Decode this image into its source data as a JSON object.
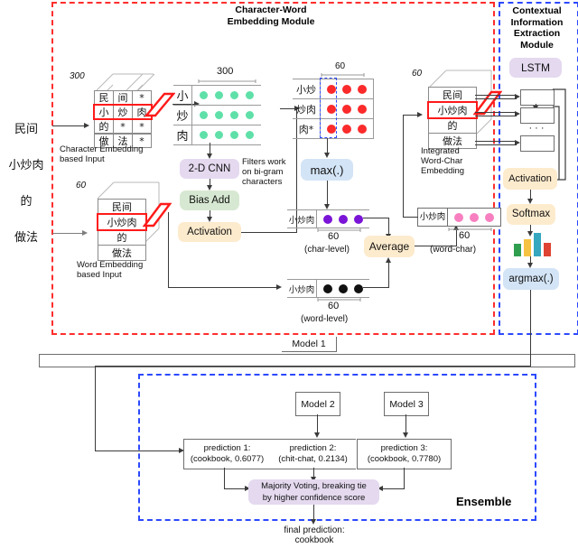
{
  "modules": {
    "char_word": {
      "title_line1": "Character-Word",
      "title_line2": "Embedding Module"
    },
    "context": {
      "title_line1": "Contextual",
      "title_line2": "Information",
      "title_line3": "Extraction",
      "title_line4": "Module"
    },
    "ensemble": {
      "label": "Ensemble"
    },
    "model1": {
      "label": "Model 1"
    }
  },
  "input": {
    "tokens": [
      "民间",
      "小炒肉",
      "的",
      "做法"
    ]
  },
  "char_embed_input": {
    "dim_label": "300",
    "caption_line1": "Character Embedding",
    "caption_line2": "based Input",
    "rows": [
      [
        "民",
        "间",
        "*"
      ],
      [
        "小",
        "炒",
        "肉"
      ],
      [
        "的",
        "*",
        "*"
      ],
      [
        "做",
        "法",
        "*"
      ]
    ],
    "highlight_row": 1
  },
  "word_embed_input": {
    "dim_label": "60",
    "caption_line1": "Word Embedding",
    "caption_line2": "based Input",
    "rows": [
      "民间",
      "小炒肉",
      "的",
      "做法"
    ],
    "highlight_row": 1
  },
  "cnn_matrix": {
    "dim_label": "300",
    "row_labels": [
      "小",
      "炒",
      "肉"
    ],
    "cols": 4,
    "dot_color": "#5fe0a8"
  },
  "cnn_pipeline": {
    "cnn_label": "2-D CNN",
    "bias_label": "Bias Add",
    "activation_label": "Activation",
    "note_line1": "Filters work",
    "note_line2": "on bi-gram",
    "note_line3": "characters",
    "cnn_color": "#e4d9ef",
    "bias_color": "#d7e8d2",
    "activation_color": "#fdebcd"
  },
  "bigram_matrix": {
    "dim_label": "60",
    "row_labels": [
      "小炒",
      "炒肉",
      "肉*"
    ],
    "cols": 3,
    "dot_color": "#fb2b2b",
    "pool_window_color": "#2c49ff"
  },
  "max_pool": {
    "label": "max(.)",
    "color": "#d3e4f6"
  },
  "char_level_vector": {
    "token": "小炒肉",
    "dim_label": "60",
    "caption": "(char-level)",
    "dots": 3,
    "dot_color": "#7a14d6"
  },
  "word_level_vector": {
    "token": "小炒肉",
    "dim_label": "60",
    "caption": "(word-level)",
    "dots": 3,
    "dot_color": "#111111"
  },
  "average": {
    "label": "Average",
    "color": "#fdebcd"
  },
  "word_char_vector": {
    "token": "小炒肉",
    "dim_label": "60",
    "caption": "(word-char)",
    "dots": 3,
    "dot_color": "#f77fc0"
  },
  "integrated": {
    "dim_label": "60",
    "rows": [
      "民间",
      "小炒肉",
      "的",
      "做法"
    ],
    "highlight_row": 1,
    "caption_line1": "Integrated",
    "caption_line2": "Word-Char",
    "caption_line3": "Embedding"
  },
  "lstm": {
    "label": "LSTM",
    "color": "#e4d9ef",
    "cells": [
      "",
      "",
      ""
    ],
    "ellipsis": "· · ·",
    "activation_label": "Activation",
    "activation_color": "#fdebcd",
    "softmax_label": "Softmax",
    "softmax_color": "#fdebcd",
    "argmax_label": "argmax(.)",
    "argmax_color": "#d3e4f6"
  },
  "softmax_bars": {
    "values": [
      0.55,
      0.75,
      1.0,
      0.6
    ],
    "colors": [
      "#2f9e4f",
      "#f5c242",
      "#35a8c0",
      "#df4333"
    ]
  },
  "ensemble": {
    "models": [
      {
        "name": "model-2",
        "label": "Model 2"
      },
      {
        "name": "model-3",
        "label": "Model 3"
      }
    ],
    "predictions": [
      {
        "title": "prediction 1:",
        "value": "(cookbook, 0.6077)"
      },
      {
        "title": "prediction 2:",
        "value": "(chit-chat, 0.2134)"
      },
      {
        "title": "prediction 3:",
        "value": "(cookbook, 0.7780)"
      }
    ],
    "voting_line1": "Majority Voting, breaking tie",
    "voting_line2": "by higher confidence score",
    "voting_color": "#e4d9ef",
    "final_line1": "final prediction:",
    "final_line2": "cookbook"
  }
}
